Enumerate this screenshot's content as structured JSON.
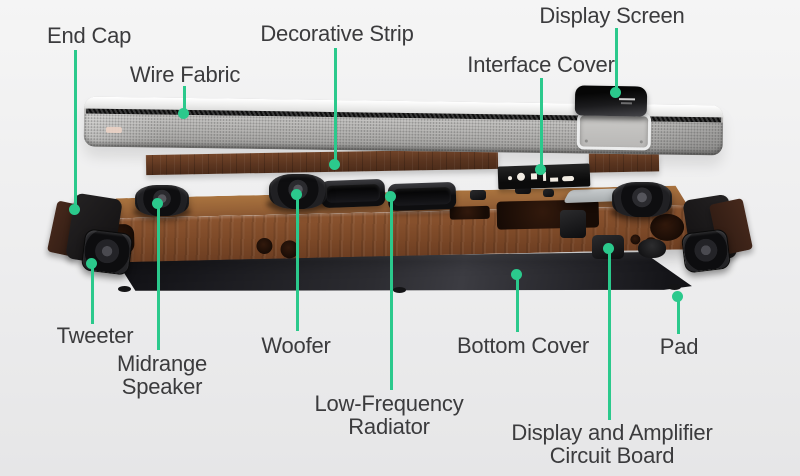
{
  "diagram": {
    "palette": {
      "accent": "#2bc98c",
      "label_text": "#3b3b3d",
      "background_top": "#f5f5f5",
      "background_bottom": "#e6e6e7",
      "wood": "#7c4a2c",
      "wood_dark": "#4a2c1c",
      "metal": "#b5b4b2",
      "dark_plastic": "#141416"
    },
    "labels": {
      "end_cap": "End Cap",
      "wire_fabric": "Wire Fabric",
      "decorative_strip": "Decorative Strip",
      "display_screen": "Display Screen",
      "interface_cover": "Interface Cover",
      "tweeter": "Tweeter",
      "midrange_speaker": "Midrange Speaker",
      "woofer": "Woofer",
      "low_frequency_radiator": "Low-Frequency Radiator",
      "bottom_cover": "Bottom Cover",
      "pad": "Pad",
      "display_amplifier_circuit_board": "Display and Amplifier Circuit Board"
    }
  }
}
